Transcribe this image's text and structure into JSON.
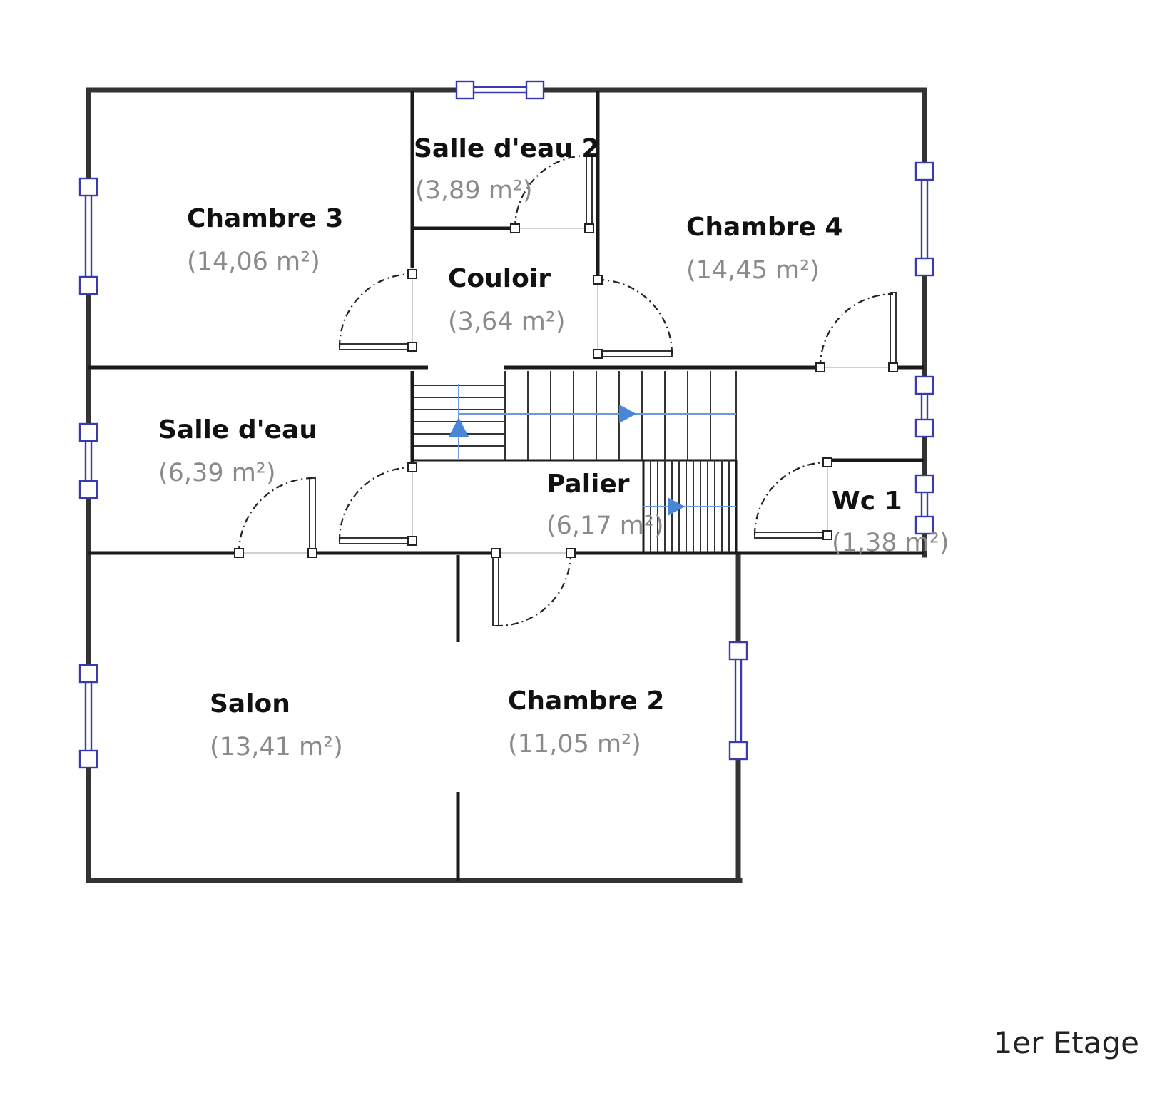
{
  "floor_label": "1er Etage",
  "rooms": [
    {
      "name": "Chambre 3",
      "area": "(14,06 m²)"
    },
    {
      "name": "Salle d'eau 2",
      "area": "(3,89 m²)"
    },
    {
      "name": "Chambre 4",
      "area": "(14,45 m²)"
    },
    {
      "name": "Couloir",
      "area": "(3,64 m²)"
    },
    {
      "name": "Salle d'eau",
      "area": "(6,39 m²)"
    },
    {
      "name": "Palier",
      "area": "(6,17 m²)"
    },
    {
      "name": "Wc 1",
      "area": "(1,38 m²)"
    },
    {
      "name": "Salon",
      "area": "(13,41 m²)"
    },
    {
      "name": "Chambre 2",
      "area": "(11,05 m²)"
    }
  ],
  "colors": {
    "wall": "#333333",
    "window": "#3a3ab0",
    "stair_arrow": "#4a86d8",
    "room_name": "#111111",
    "room_area": "#8a8a8a"
  }
}
